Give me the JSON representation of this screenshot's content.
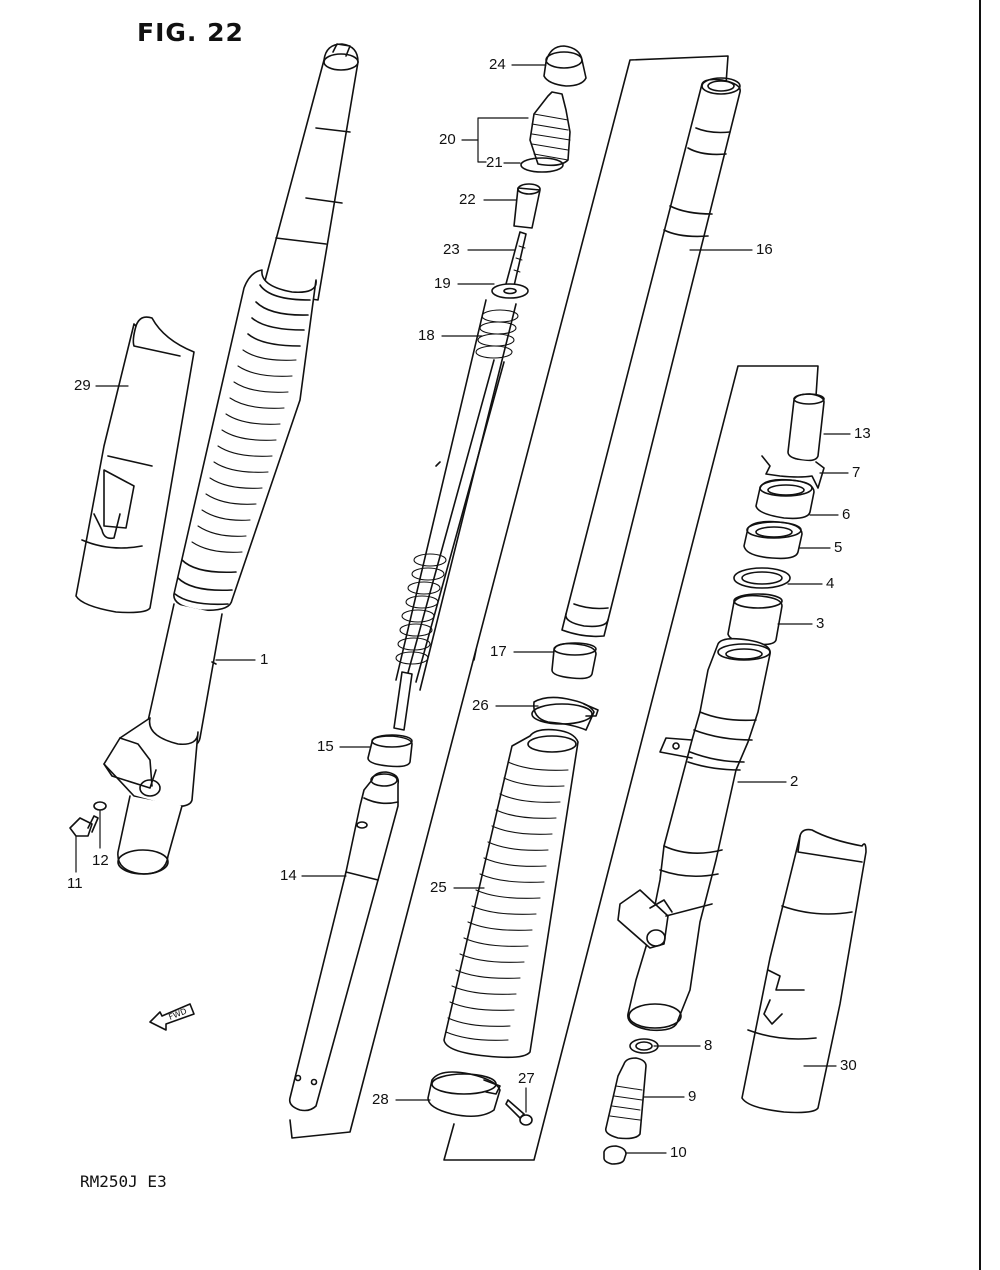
{
  "figure": {
    "title": "FIG. 22",
    "model_code": "RM250J E3",
    "fwd_marker": "FWD"
  },
  "callouts": [
    {
      "id": "c1",
      "text": "1"
    },
    {
      "id": "c2",
      "text": "2"
    },
    {
      "id": "c3",
      "text": "3"
    },
    {
      "id": "c4",
      "text": "4"
    },
    {
      "id": "c5",
      "text": "5"
    },
    {
      "id": "c6",
      "text": "6"
    },
    {
      "id": "c7",
      "text": "7"
    },
    {
      "id": "c8",
      "text": "8"
    },
    {
      "id": "c9",
      "text": "9"
    },
    {
      "id": "c10",
      "text": "10"
    },
    {
      "id": "c11",
      "text": "11"
    },
    {
      "id": "c12",
      "text": "12"
    },
    {
      "id": "c13",
      "text": "13"
    },
    {
      "id": "c14",
      "text": "14"
    },
    {
      "id": "c15",
      "text": "15"
    },
    {
      "id": "c16",
      "text": "16"
    },
    {
      "id": "c17",
      "text": "17"
    },
    {
      "id": "c18",
      "text": "18"
    },
    {
      "id": "c19",
      "text": "19"
    },
    {
      "id": "c20",
      "text": "20"
    },
    {
      "id": "c21",
      "text": "21"
    },
    {
      "id": "c22",
      "text": "22"
    },
    {
      "id": "c23",
      "text": "23"
    },
    {
      "id": "c24",
      "text": "24"
    },
    {
      "id": "c25",
      "text": "25"
    },
    {
      "id": "c26",
      "text": "26"
    },
    {
      "id": "c27",
      "text": "27"
    },
    {
      "id": "c28",
      "text": "28"
    },
    {
      "id": "c29",
      "text": "29"
    },
    {
      "id": "c30",
      "text": "30"
    }
  ],
  "colors": {
    "ink": "#111111",
    "paper": "#ffffff"
  }
}
